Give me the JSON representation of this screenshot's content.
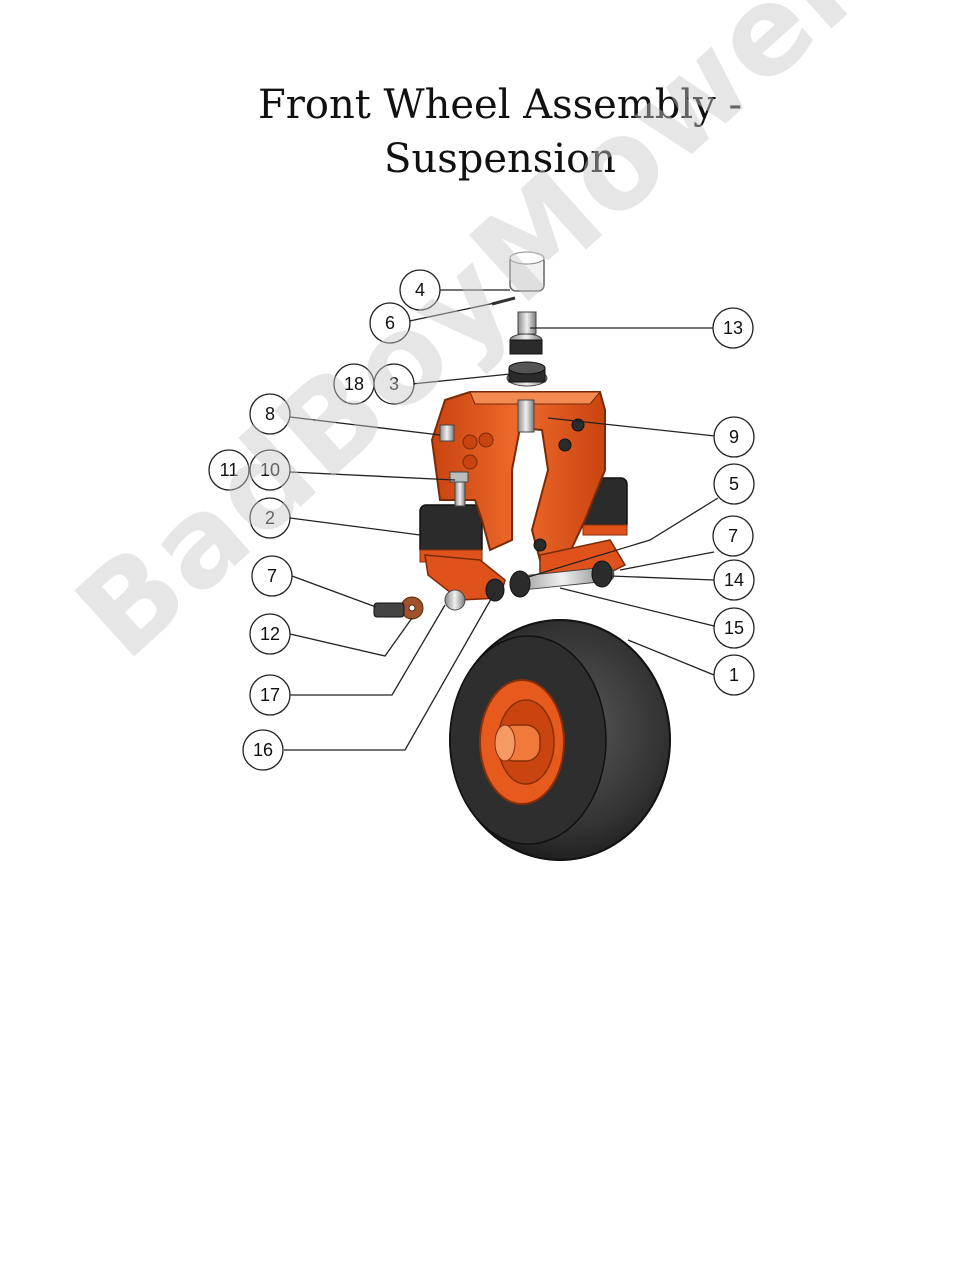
{
  "title": {
    "line1": "Front Wheel Assembly -",
    "line2": "Suspension"
  },
  "watermark": "BadBoyMowerParts.com",
  "colors": {
    "frame": "#e0521b",
    "frame_dark": "#a8360f",
    "rubber": "#2b2b2b",
    "tire": "#3a3a3a",
    "hub": "#e65a1e",
    "steel": "#c8c8c8"
  },
  "callouts": [
    {
      "id": "c4",
      "label": "4"
    },
    {
      "id": "c6",
      "label": "6"
    },
    {
      "id": "c13",
      "label": "13"
    },
    {
      "id": "c18",
      "label": "18"
    },
    {
      "id": "c3",
      "label": "3"
    },
    {
      "id": "c8",
      "label": "8"
    },
    {
      "id": "c9",
      "label": "9"
    },
    {
      "id": "c11",
      "label": "11"
    },
    {
      "id": "c10",
      "label": "10"
    },
    {
      "id": "c5",
      "label": "5"
    },
    {
      "id": "c2",
      "label": "2"
    },
    {
      "id": "c7a",
      "label": "7"
    },
    {
      "id": "c7b",
      "label": "7"
    },
    {
      "id": "c14",
      "label": "14"
    },
    {
      "id": "c15",
      "label": "15"
    },
    {
      "id": "c12",
      "label": "12"
    },
    {
      "id": "c1",
      "label": "1"
    },
    {
      "id": "c17",
      "label": "17"
    },
    {
      "id": "c16",
      "label": "16"
    }
  ]
}
